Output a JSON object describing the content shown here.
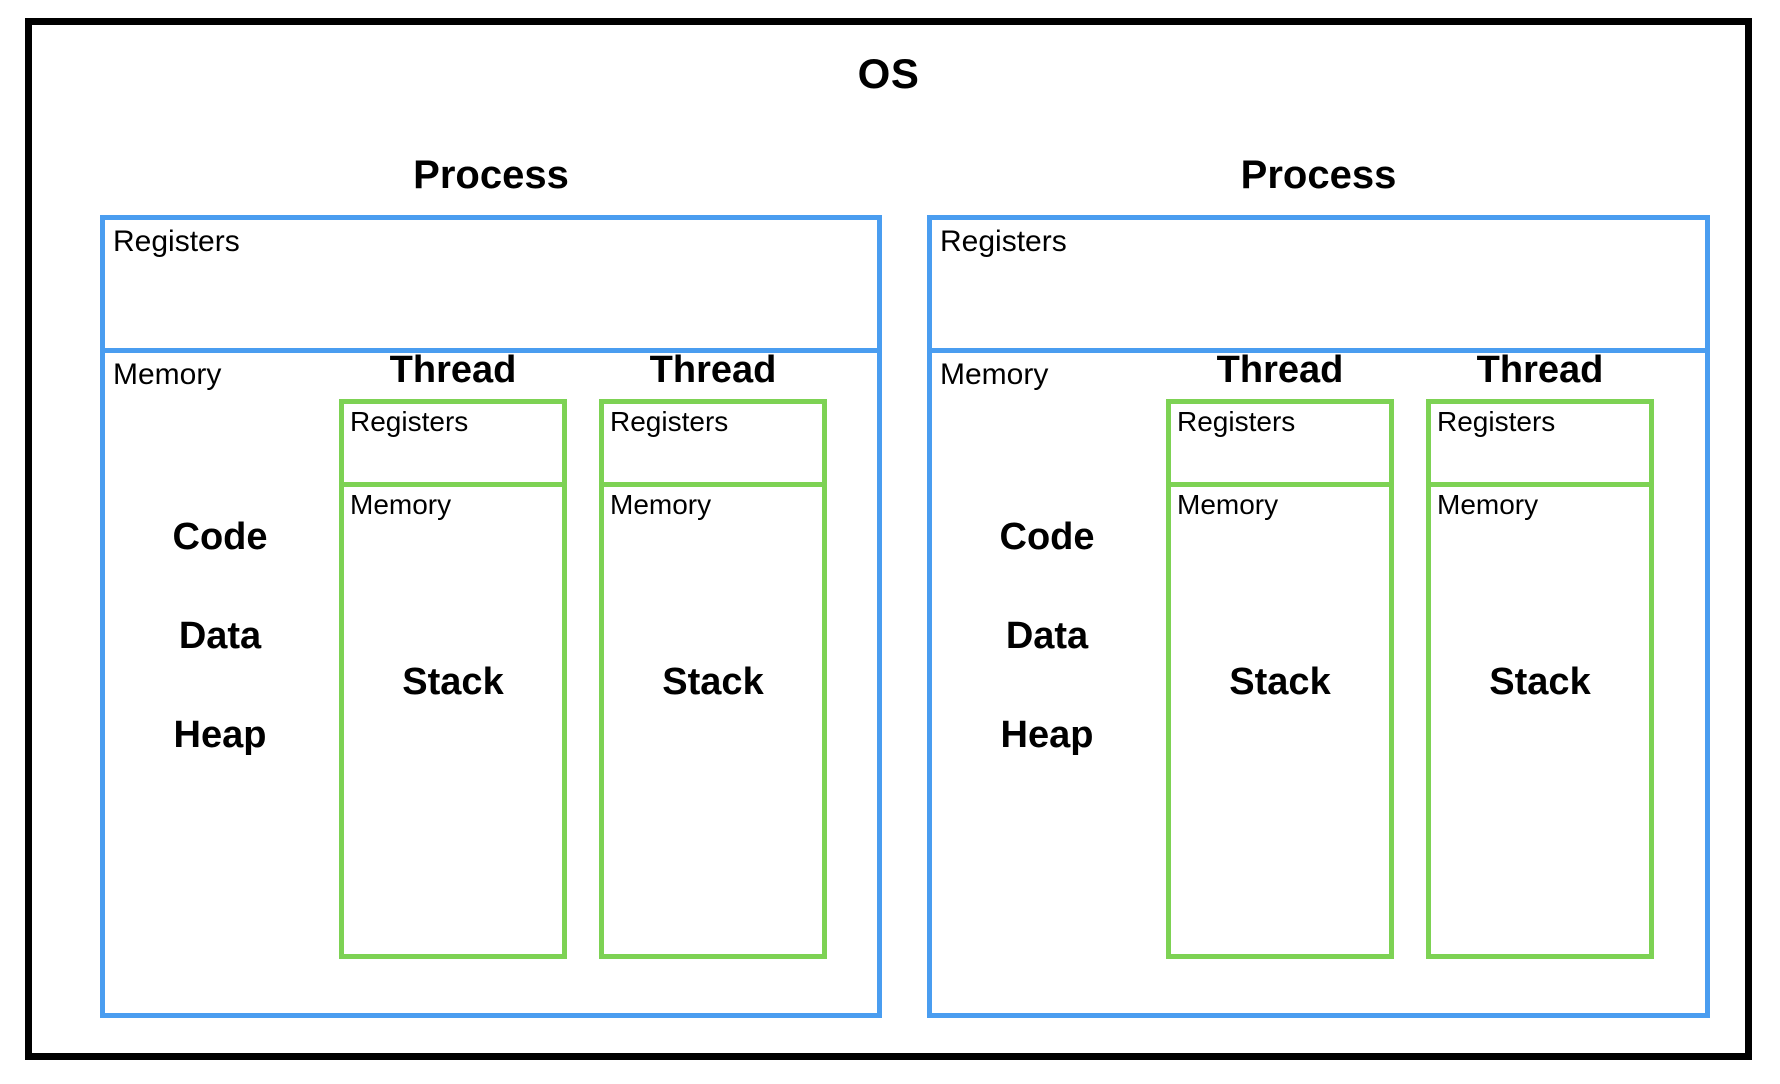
{
  "diagram": {
    "title": "OS",
    "colors": {
      "frame": "#000000",
      "process_border": "#4a9df0",
      "thread_border": "#7dd254",
      "text": "#000000",
      "background": "#ffffff"
    }
  },
  "processes": [
    {
      "title": "Process",
      "registers_label": "Registers",
      "memory_label": "Memory",
      "memory_segments": [
        "Code",
        "Data",
        "Heap"
      ],
      "threads": [
        {
          "title": "Thread",
          "registers_label": "Registers",
          "memory_label": "Memory",
          "stack_label": "Stack"
        },
        {
          "title": "Thread",
          "registers_label": "Registers",
          "memory_label": "Memory",
          "stack_label": "Stack"
        }
      ]
    },
    {
      "title": "Process",
      "registers_label": "Registers",
      "memory_label": "Memory",
      "memory_segments": [
        "Code",
        "Data",
        "Heap"
      ],
      "threads": [
        {
          "title": "Thread",
          "registers_label": "Registers",
          "memory_label": "Memory",
          "stack_label": "Stack"
        },
        {
          "title": "Thread",
          "registers_label": "Registers",
          "memory_label": "Memory",
          "stack_label": "Stack"
        }
      ]
    }
  ]
}
